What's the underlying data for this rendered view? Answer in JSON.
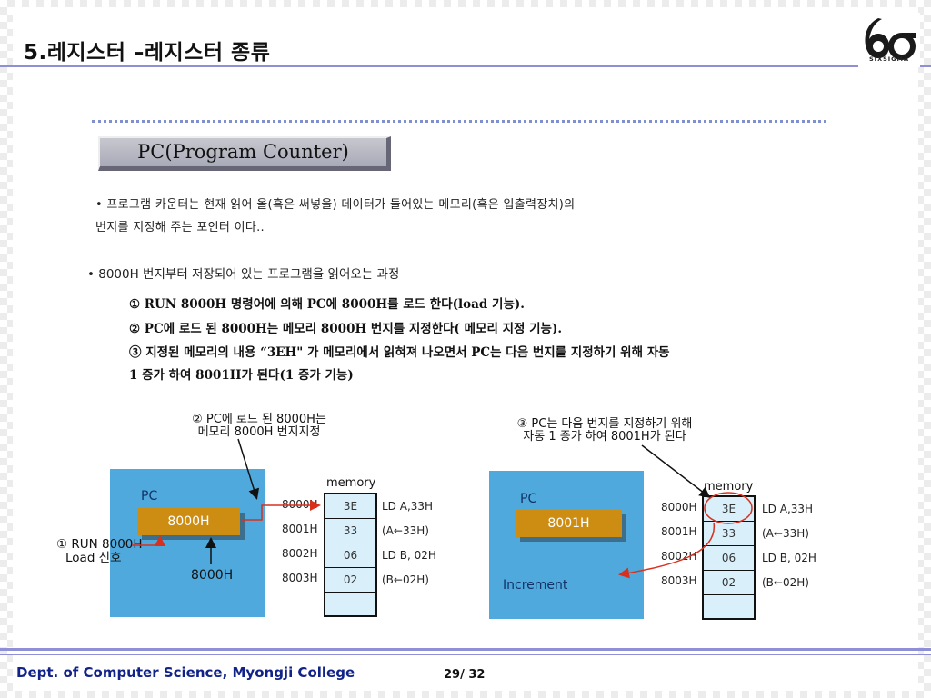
{
  "header": {
    "title": "5.레지스터 –레지스터 종류",
    "logo_text": "SIXSIGMA"
  },
  "banner": {
    "label": "PC(Program Counter)"
  },
  "intro": {
    "line1": "• 프로그램 카운터는 현재 읽어 올(혹은 써넣을) 데이터가 들어있는 메모리(혹은 입출력장치)의",
    "line2": "번지를 지정해 주는 포인터 이다..",
    "bullet2": "• 8000H 번지부터 저장되어 있는 프로그램을 읽어오는 과정"
  },
  "steps": {
    "s1": "① RUN 8000H 명령어에 의해 PC에 8000H를 로드 한다(load 기능).",
    "s2": "② PC에 로드 된 8000H는 메모리 8000H 번지를 지정한다( 메모리 지정 기능).",
    "s3": "③ 지정된 메모리의 내용 “3EH\" 가 메모리에서 읽혀져 나오면서 PC는 다음 번지를 지정하기 위해 자동",
    "s3b": "1 증가 하여 8001H가 된다(1 증가 기능)"
  },
  "left_diagram": {
    "caption_line1": "② PC에 로드 된 8000H는",
    "caption_line2": "메모리 8000H 번지지정",
    "pc_label": "PC",
    "register_value": "8000H",
    "run_line1": "① RUN 8000H",
    "run_line2": "Load 신호",
    "below_value": "8000H",
    "memory_title": "memory"
  },
  "right_diagram": {
    "caption_line1": "③ PC는 다음 번지를 지정하기 위해",
    "caption_line2": "자동 1 증가 하여 8001H가 된다",
    "pc_label": "PC",
    "register_value": "8001H",
    "increment_label": "Increment",
    "memory_title": "memory"
  },
  "memory": {
    "addresses": [
      "8000H",
      "8001H",
      "8002H",
      "8003H"
    ],
    "cells": [
      "3E",
      "33",
      "06",
      "02",
      ""
    ],
    "instructions": [
      "LD A,33H",
      "(A←33H)",
      "LD B, 02H",
      "(B←02H)"
    ]
  },
  "footer": {
    "dept": "Dept. of Computer Science, Myongji College",
    "page": "29/ 32"
  },
  "colors": {
    "rule": "#8f8fd6",
    "box_blue": "#4fa9dc",
    "register_orange": "#cc8d12",
    "arrow_red": "#d9301e",
    "footer_blue": "#112288"
  }
}
